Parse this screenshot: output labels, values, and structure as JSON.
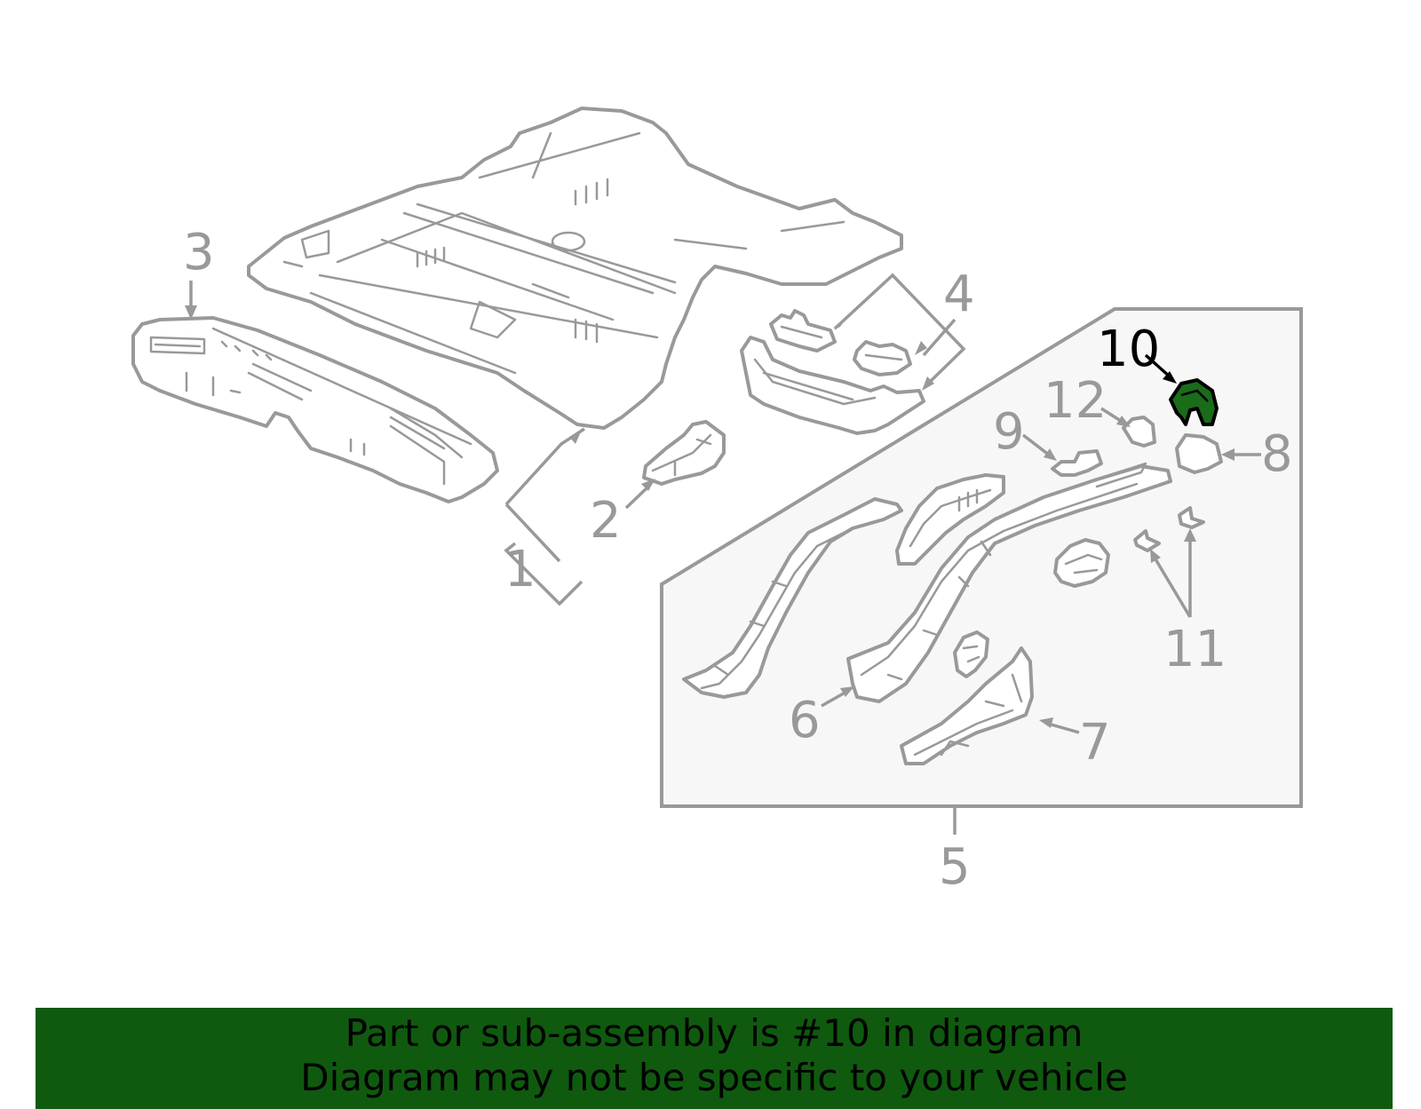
{
  "diagram": {
    "callouts": [
      {
        "id": "1",
        "label": "1"
      },
      {
        "id": "2",
        "label": "2"
      },
      {
        "id": "3",
        "label": "3"
      },
      {
        "id": "4",
        "label": "4"
      },
      {
        "id": "5",
        "label": "5"
      },
      {
        "id": "6",
        "label": "6"
      },
      {
        "id": "7",
        "label": "7"
      },
      {
        "id": "8",
        "label": "8"
      },
      {
        "id": "9",
        "label": "9"
      },
      {
        "id": "10",
        "label": "10",
        "highlighted": true
      },
      {
        "id": "11",
        "label": "11"
      },
      {
        "id": "12",
        "label": "12"
      }
    ],
    "colors": {
      "line": "#999999",
      "highlight_fill": "#1a6b1a",
      "highlight_text": "#000000",
      "inset_bg": "#f7f7f7",
      "banner_bg": "#0f5a0f"
    }
  },
  "banner": {
    "line1": "Part or sub-assembly is #10 in diagram",
    "line2": "Diagram may not be specific to your vehicle"
  }
}
